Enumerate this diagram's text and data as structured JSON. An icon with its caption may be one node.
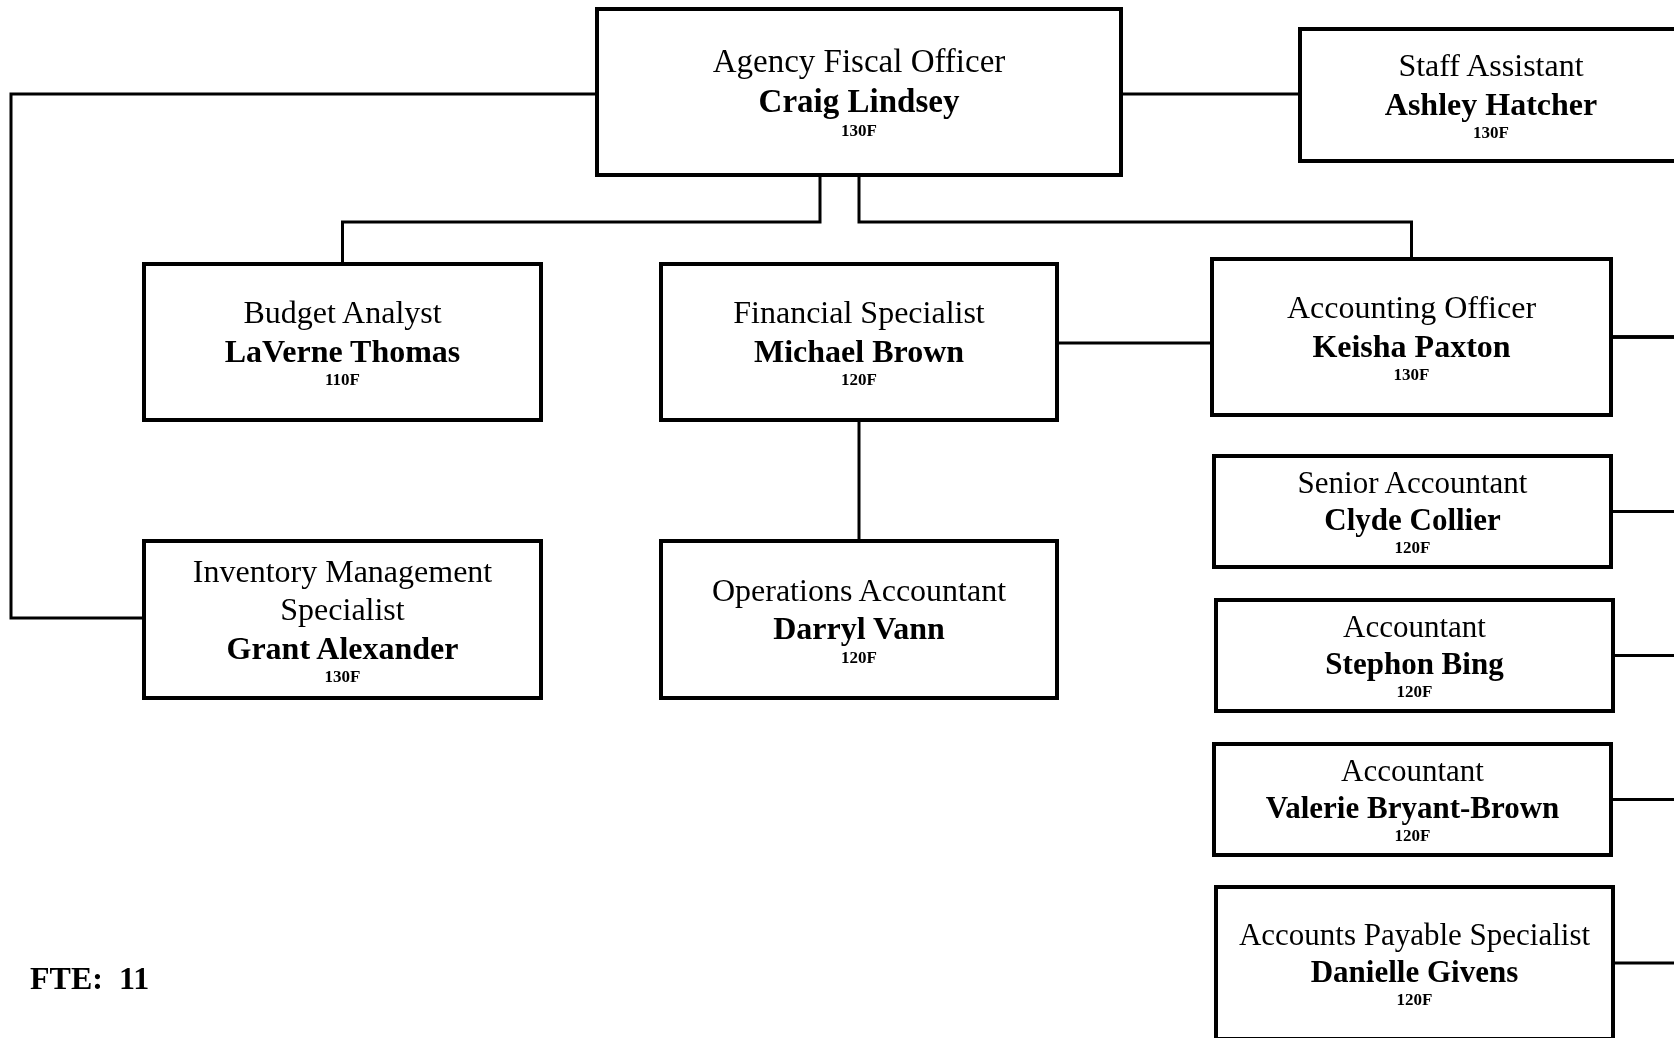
{
  "diagram": {
    "nodes": [
      {
        "text": [
          "Agency Fiscal Officer",
          "Craig Lindsey",
          "130F"
        ]
      },
      {
        "text": [
          "Staff Assistant",
          "Ashley Hatcher",
          "130F"
        ]
      },
      {
        "text": [
          "Budget Analyst",
          "LaVerne Thomas",
          "110F"
        ]
      },
      {
        "text": [
          "Financial Specialist",
          "Michael Brown",
          "120F"
        ]
      },
      {
        "text": [
          "Accounting Officer",
          "Keisha Paxton",
          "130F"
        ]
      },
      {
        "text": [
          "Inventory Management Specialist",
          "Grant Alexander",
          "130F"
        ]
      },
      {
        "text": [
          "Operations Accountant",
          "Darryl Vann",
          "120F"
        ]
      },
      {
        "text": [
          "Senior Accountant",
          "Clyde Collier",
          "120F"
        ]
      },
      {
        "text": [
          "Accountant",
          "Stephon Bing",
          "120F"
        ]
      },
      {
        "text": [
          "Accountant",
          "Valerie Bryant-Brown",
          "120F"
        ]
      },
      {
        "text": [
          "Accounts Payable Specialist",
          "Danielle Givens",
          "120F"
        ]
      }
    ],
    "edges": [
      {
        "from": 0,
        "to": 1,
        "arrow": "none"
      },
      {
        "from": 0,
        "to": 2,
        "arrow": "none"
      },
      {
        "from": 0,
        "to": 4,
        "arrow": "none"
      },
      {
        "from": 0,
        "to": 5,
        "arrow": "none"
      },
      {
        "from": 3,
        "to": 6,
        "arrow": "none"
      },
      {
        "from": 3,
        "to": 4,
        "arrow": "none"
      },
      {
        "from": 4,
        "to": 7,
        "arrow": "none"
      },
      {
        "from": 4,
        "to": 8,
        "arrow": "none"
      },
      {
        "from": 4,
        "to": 9,
        "arrow": "none"
      },
      {
        "from": 4,
        "to": 10,
        "arrow": "none"
      }
    ],
    "labels": [
      "FTE:  11"
    ]
  }
}
